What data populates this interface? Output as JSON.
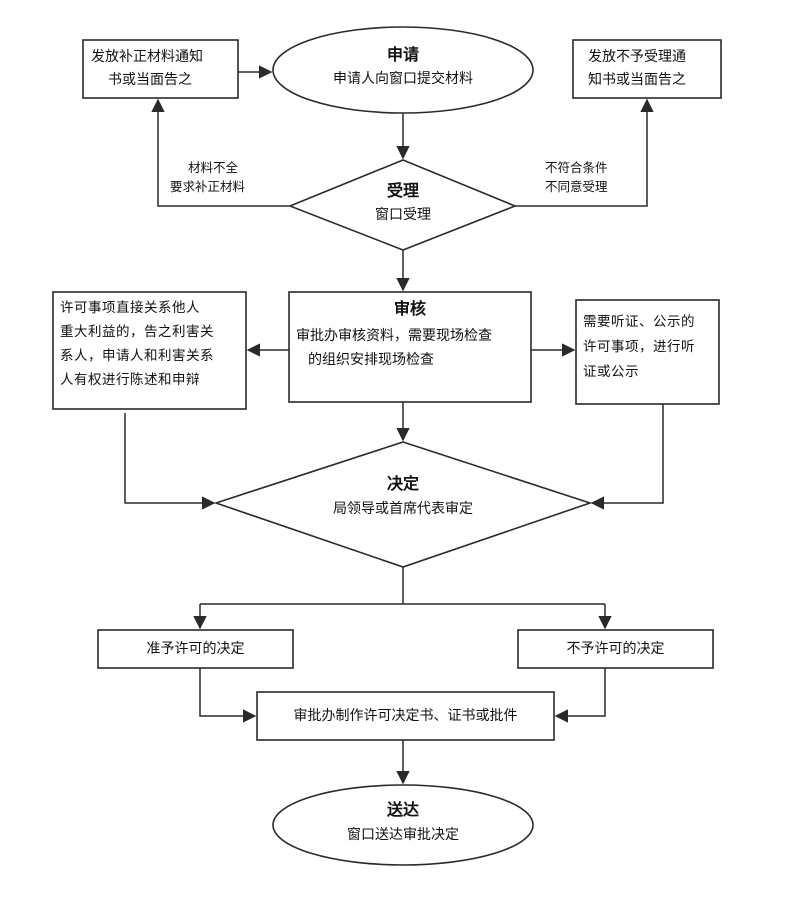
{
  "apply": {
    "title": "申请",
    "text": "申请人向窗口提交材料"
  },
  "correction_notice": {
    "line1": "发放补正材料通知",
    "line2": "书或当面告之"
  },
  "reject_notice": {
    "line1": "发放不予受理通",
    "line2": "知书或当面告之"
  },
  "accept": {
    "title": "受理",
    "text": "窗口受理"
  },
  "incomplete_label": {
    "line1": "材料不全",
    "line2": "要求补正材料"
  },
  "ineligible_label": {
    "line1": "不符合条件",
    "line2": "不同意受理"
  },
  "review": {
    "title": "审核",
    "line1": "审批办审核资料，需要现场检查",
    "line2": "的组织安排现场检查"
  },
  "stakeholder_note": {
    "line1": "许可事项直接关系他人",
    "line2": "重大利益的，告之利害关",
    "line3": "系人，申请人和利害关系",
    "line4": "人有权进行陈述和申辩"
  },
  "hearing_note": {
    "line1": "需要听证、公示的",
    "line2": "许可事项，进行听",
    "line3": "证或公示"
  },
  "decision": {
    "title": "决定",
    "text": "局领导或首席代表审定"
  },
  "grant": {
    "text": "准予许可的决定"
  },
  "deny": {
    "text": "不予许可的决定"
  },
  "issue": {
    "text": "审批办制作许可决定书、证书或批件"
  },
  "deliver": {
    "title": "送达",
    "text": "窗口送达审批决定"
  }
}
